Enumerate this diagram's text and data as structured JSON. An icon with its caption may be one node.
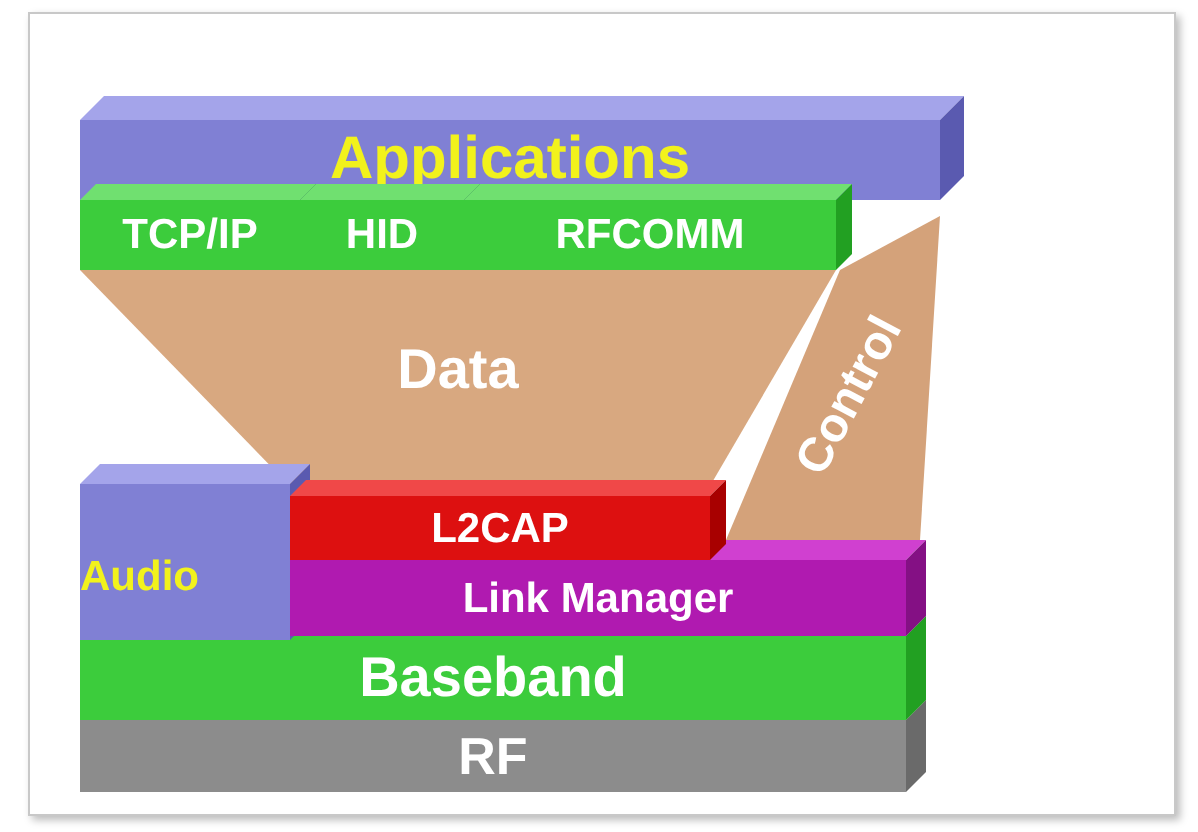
{
  "diagram": {
    "nodes": [
      {
        "text": [
          "Applications"
        ]
      },
      {
        "text": [
          "TCP/IP"
        ]
      },
      {
        "text": [
          "HID"
        ]
      },
      {
        "text": [
          "RFCOMM"
        ]
      },
      {
        "text": [
          "Data"
        ]
      },
      {
        "text": [
          "Control"
        ]
      },
      {
        "text": [
          "Audio"
        ]
      },
      {
        "text": [
          "L2CAP"
        ]
      },
      {
        "text": [
          "Link Manager"
        ]
      },
      {
        "text": [
          "Baseband"
        ]
      },
      {
        "text": [
          "RF"
        ]
      }
    ]
  }
}
